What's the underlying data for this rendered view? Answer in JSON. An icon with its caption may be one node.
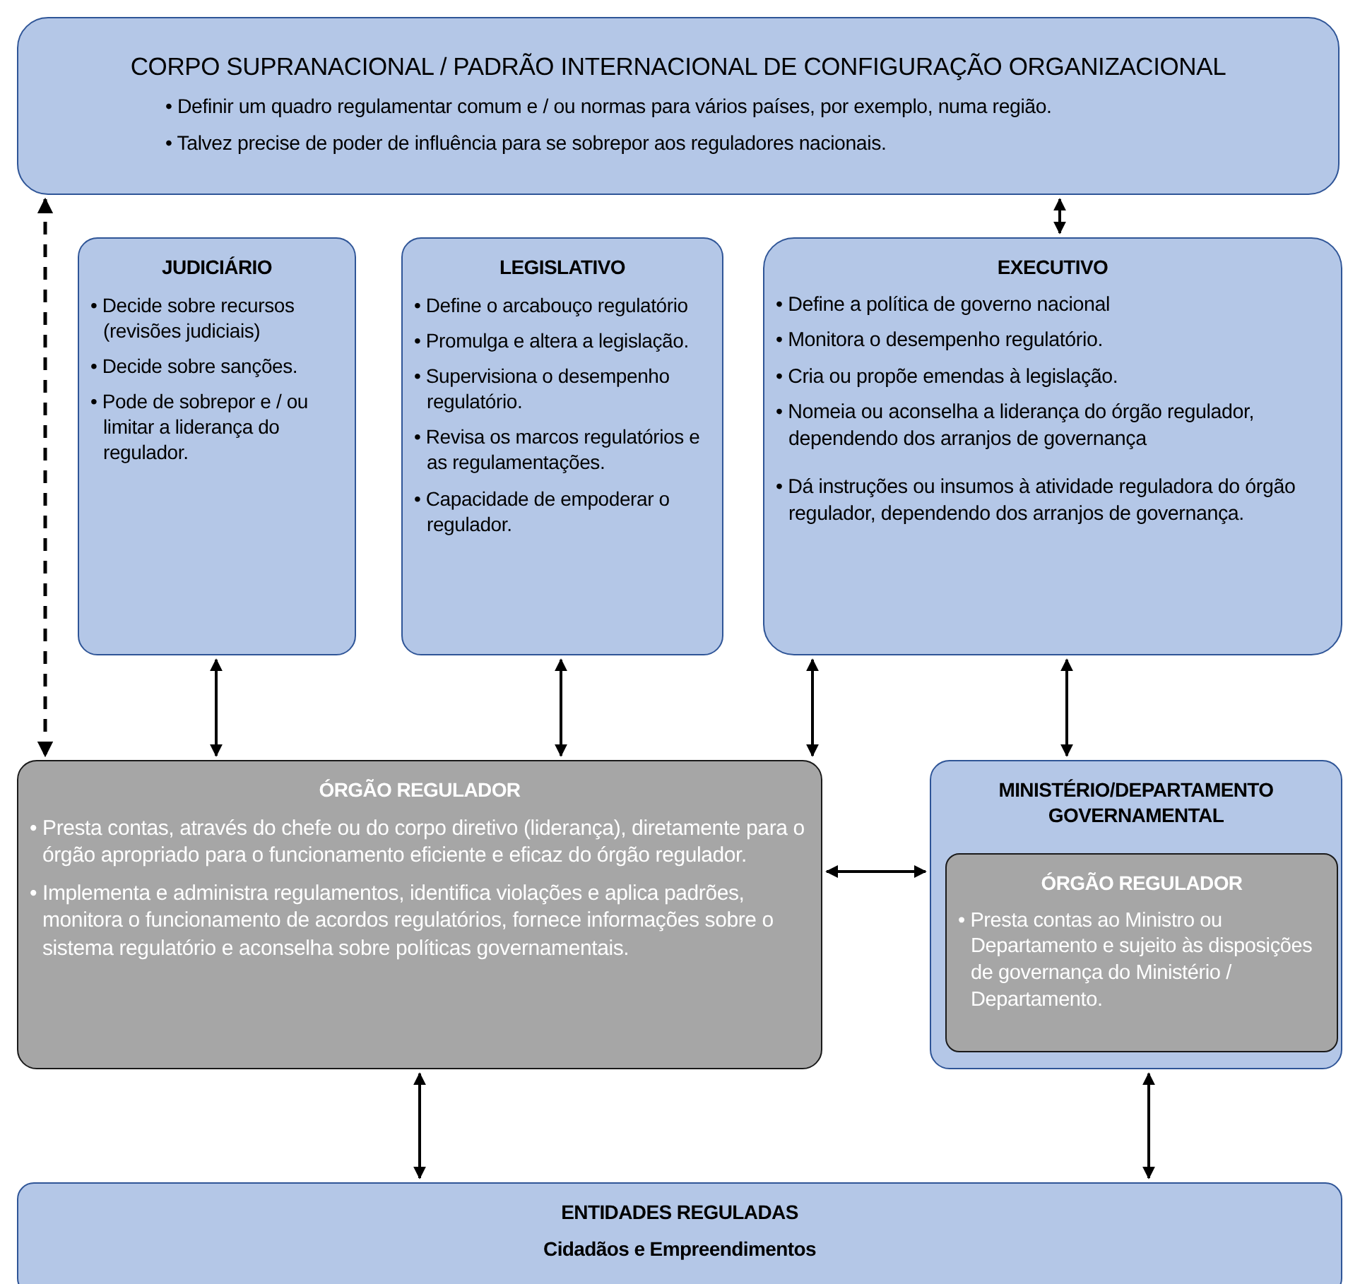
{
  "diagram": {
    "nodes": [
      {
        "text": [
          "CORPO SUPRANACIONAL / PADRÃO INTERNACIONAL DE CONFIGURAÇÃO ORGANIZACIONAL",
          "• Definir um quadro regulamentar comum e / ou normas para vários países, por exemplo, numa região.",
          "• Talvez precise de poder de influência para se sobrepor aos reguladores nacionais."
        ]
      },
      {
        "text": [
          "JUDICIÁRIO",
          "• Decide sobre recursos (revisões judiciais)",
          "• Decide sobre sanções.",
          "• Pode de sobrepor e / ou limitar a liderança do regulador."
        ]
      },
      {
        "text": [
          "LEGISLATIVO",
          "• Define o arcabouço regulatório",
          "• Promulga e altera a legislação.",
          "• Supervisiona o desempenho regulatório.",
          "• Revisa os marcos regulatórios e as regulamentações.",
          "• Capacidade de empoderar o regulador."
        ]
      },
      {
        "text": [
          "EXECUTIVO",
          "• Define a política de governo nacional",
          "• Monitora o desempenho regulatório.",
          "• Cria ou propõe emendas à legislação.",
          "• Nomeia ou aconselha a liderança do órgão regulador, dependendo dos arranjos de governança",
          "• Dá instruções ou insumos à atividade reguladora do órgão regulador, dependendo dos arranjos de governança."
        ]
      },
      {
        "text": [
          "ÓRGÃO REGULADOR",
          "• Presta contas, através do chefe ou do corpo diretivo (liderança), diretamente para o órgão apropriado para o funcionamento eficiente e eficaz do órgão regulador.",
          "• Implementa e administra regulamentos, identifica violações e aplica padrões, monitora o funcionamento de acordos regulatórios, fornece informações sobre o sistema regulatório e aconselha sobre políticas governamentais."
        ]
      },
      {
        "text": [
          "MINISTÉRIO/DEPARTAMENTO GOVERNAMENTAL"
        ]
      },
      {
        "text": [
          "ÓRGÃO REGULADOR",
          "• Presta contas ao Ministro ou Departamento e sujeito às disposições de governança do Ministério / Departamento."
        ],
        "in": 5
      },
      {
        "text": [
          "ENTIDADES REGULADAS",
          "Cidadãos e Empreendimentos"
        ]
      }
    ],
    "edges": [
      {
        "from": 0,
        "to": 4,
        "arrow": "both",
        "style": "dashed"
      },
      {
        "from": 0,
        "to": 3,
        "arrow": "both"
      },
      {
        "from": 1,
        "to": 4,
        "arrow": "both"
      },
      {
        "from": 2,
        "to": 4,
        "arrow": "both"
      },
      {
        "from": 3,
        "to": 4,
        "arrow": "both"
      },
      {
        "from": 3,
        "to": 5,
        "arrow": "both"
      },
      {
        "from": 4,
        "to": 5,
        "arrow": "both"
      },
      {
        "from": 4,
        "to": 7,
        "arrow": "both"
      },
      {
        "from": 5,
        "to": 7,
        "arrow": "both"
      }
    ]
  }
}
